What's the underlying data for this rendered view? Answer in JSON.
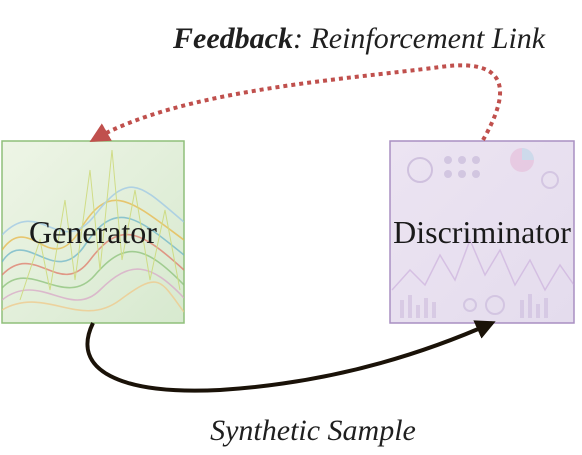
{
  "feedback_caption": {
    "bold": "Feedback",
    "rest": ": Reinforcement Link"
  },
  "bottom_caption": "Synthetic Sample",
  "generator": {
    "label": "Generator",
    "border_color": "#8fbf7a",
    "tint_color": "#d6ebcf"
  },
  "discriminator": {
    "label": "Discriminator",
    "border_color": "#a98fc2",
    "tint_color": "#e2d8ee"
  },
  "feedback_arrow_color": "#c0504d",
  "sample_arrow_color": "#1a1208"
}
